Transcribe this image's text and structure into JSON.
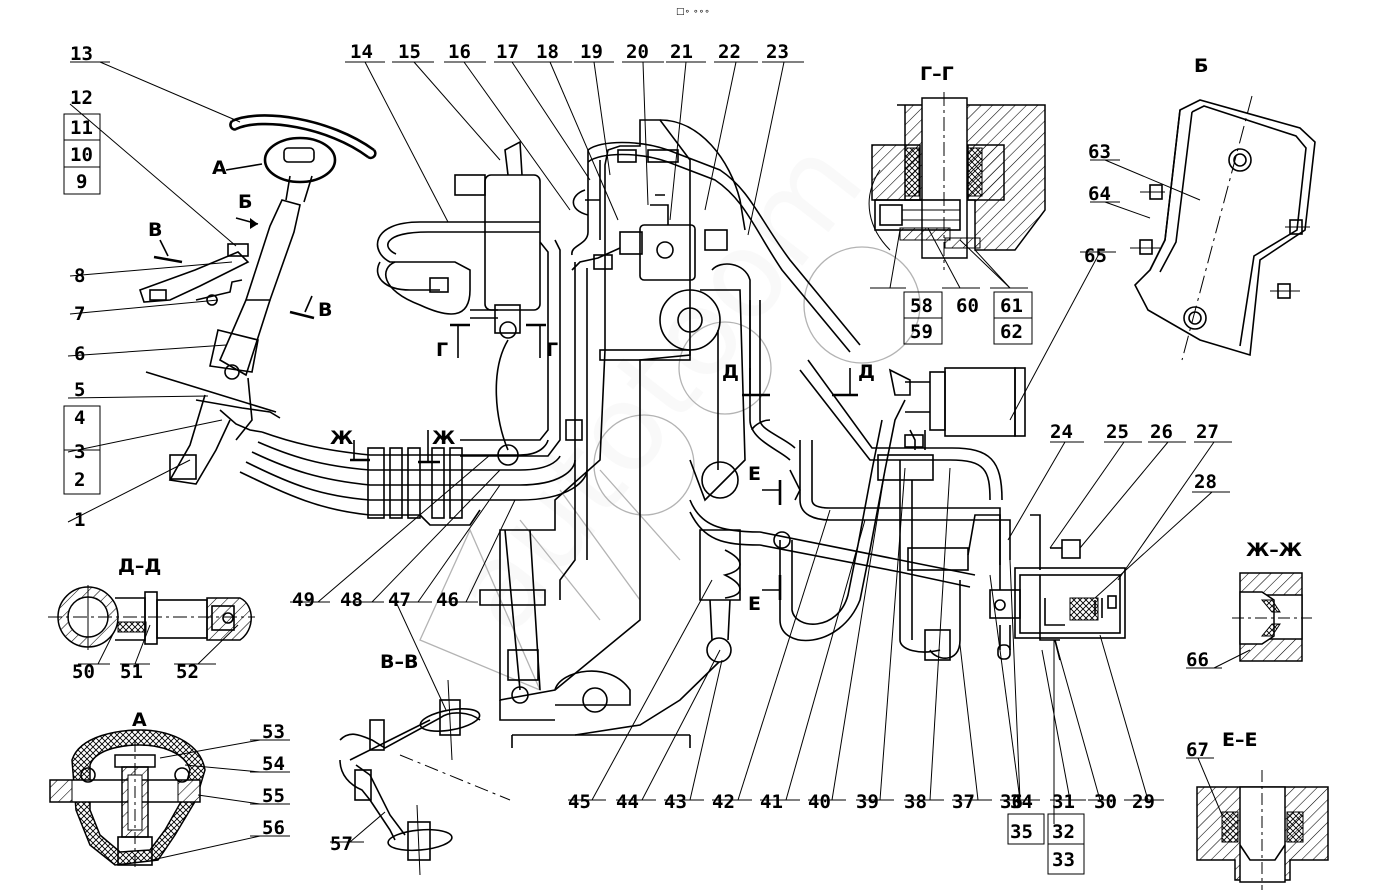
{
  "top_note": "□∘ ∘∘∘",
  "watermark": "autotoom",
  "sections": {
    "gg": "Г–Г",
    "b": "Б",
    "dd": "Д–Д",
    "a": "А",
    "vv": "В–В",
    "zhzh": "Ж–Ж",
    "ee": "Е–Е"
  },
  "view_marks": {
    "a": "А",
    "b": "Б",
    "v": "В",
    "g": "Г",
    "d": "Д",
    "e": "Е",
    "zh": "Ж"
  },
  "labels": {
    "n1": "1",
    "n2": "2",
    "n3": "3",
    "n4": "4",
    "n5": "5",
    "n6": "6",
    "n7": "7",
    "n8": "8",
    "n9": "9",
    "n10": "10",
    "n11": "11",
    "n12": "12",
    "n13": "13",
    "n14": "14",
    "n15": "15",
    "n16": "16",
    "n17": "17",
    "n18": "18",
    "n19": "19",
    "n20": "20",
    "n21": "21",
    "n22": "22",
    "n23": "23",
    "n24": "24",
    "n25": "25",
    "n26": "26",
    "n27": "27",
    "n28": "28",
    "n29": "29",
    "n30": "30",
    "n31": "31",
    "n32": "32",
    "n33": "33",
    "n34": "34",
    "n35": "35",
    "n36": "36",
    "n37": "37",
    "n38": "38",
    "n39": "39",
    "n40": "40",
    "n41": "41",
    "n42": "42",
    "n43": "43",
    "n44": "44",
    "n45": "45",
    "n46": "46",
    "n47": "47",
    "n48": "48",
    "n49": "49",
    "n50": "50",
    "n51": "51",
    "n52": "52",
    "n53": "53",
    "n54": "54",
    "n55": "55",
    "n56": "56",
    "n57": "57",
    "n58": "58",
    "n59": "59",
    "n60": "60",
    "n61": "61",
    "n62": "62",
    "n63": "63",
    "n64": "64",
    "n65": "65",
    "n66": "66",
    "n67": "67"
  }
}
